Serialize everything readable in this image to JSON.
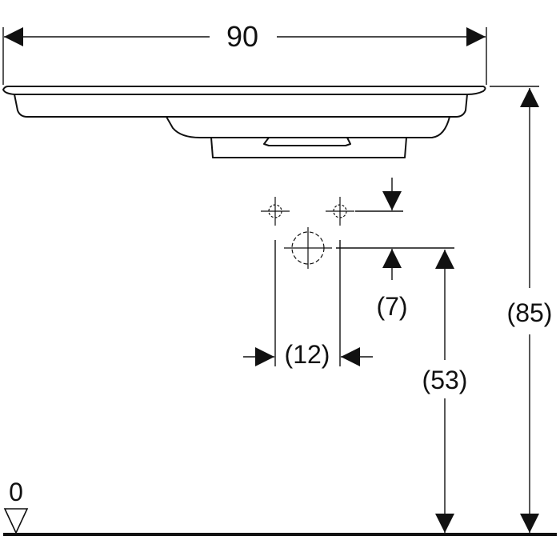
{
  "dimensions": {
    "overall_width": "90",
    "overall_height": "(85)",
    "waste_height": "(53)",
    "tap_hole_spacing": "(12)",
    "tap_to_waste_offset": "(7)",
    "floor_level": "0"
  },
  "colors": {
    "line": "#111111",
    "background": "#ffffff"
  },
  "icons": {
    "floor_marker": "triangle-down-icon",
    "tap_hole": "crosshair-icon",
    "waste_outlet": "dashed-circle-icon"
  }
}
